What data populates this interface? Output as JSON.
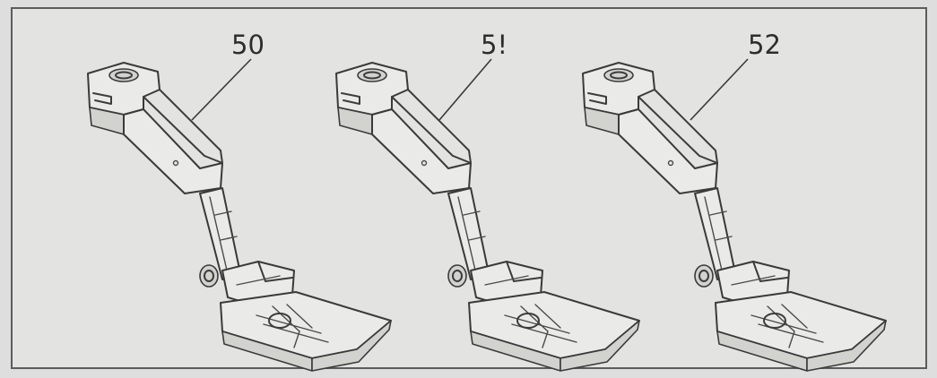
{
  "figure": {
    "callouts": [
      {
        "id": "foot-50",
        "label": "50"
      },
      {
        "id": "foot-51",
        "label": "5!"
      },
      {
        "id": "foot-52",
        "label": "52"
      }
    ]
  }
}
